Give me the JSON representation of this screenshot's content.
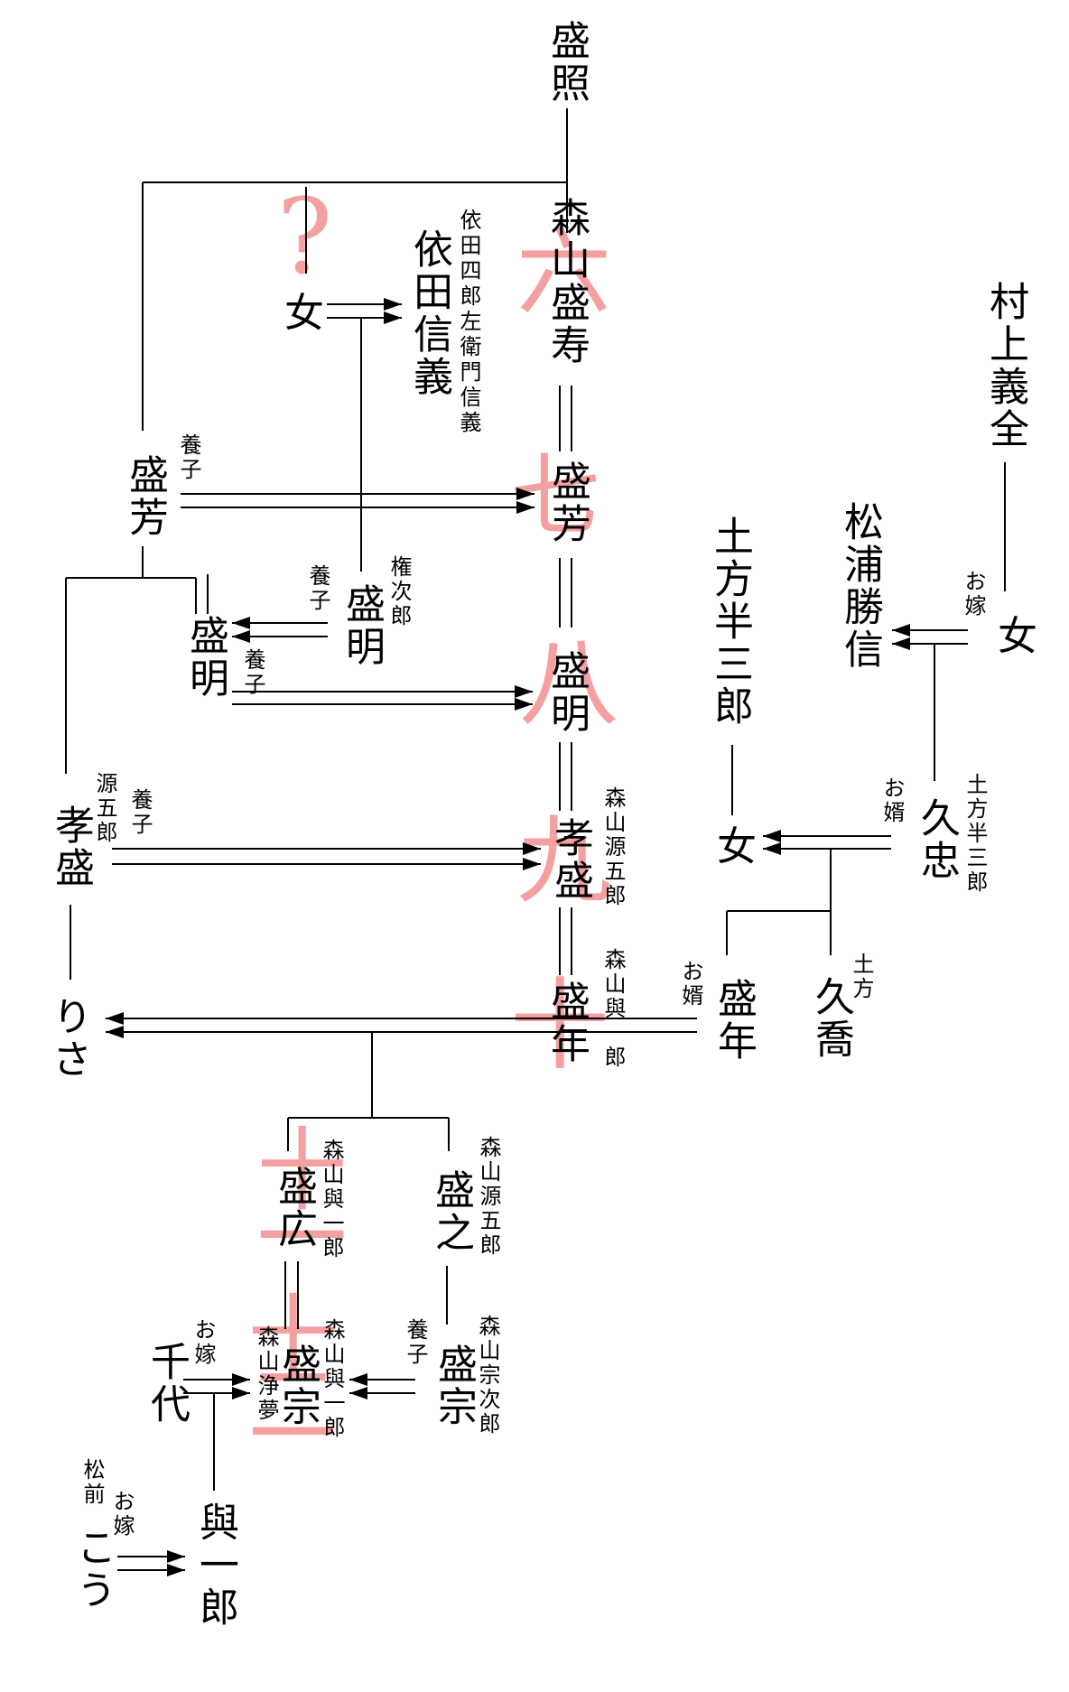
{
  "colors": {
    "line": "#000000",
    "generation_mark": "#f4a0a0"
  },
  "founder": {
    "name": "盛照"
  },
  "unknown_mark": "?",
  "main_line": [
    {
      "name": "森山盛寿",
      "generation": "六"
    },
    {
      "name": "盛芳",
      "generation": "七"
    },
    {
      "name": "盛明",
      "generation": "八"
    },
    {
      "name": "孝盛",
      "generation": "九",
      "alias": "森山源五郎"
    },
    {
      "name": "盛年",
      "generation": "十",
      "alias": "森山與一郎"
    },
    {
      "name": "盛広",
      "generation": "十一",
      "alias": "森山與一郎"
    },
    {
      "name": "盛宗",
      "generation": "十二",
      "alias": "森山與一郎",
      "alias_2": "森山浄夢"
    }
  ],
  "yoda": {
    "daughter": "女",
    "husband": "依田信義",
    "husband_full_name": "依田四郎左衛門信義"
  },
  "adoptive_branch": {
    "morifusa": {
      "name": "盛芳",
      "relation": "養子"
    },
    "moriaki": {
      "name": "盛明",
      "relation": "養子"
    },
    "gonjiro": {
      "name": "盛明",
      "alias": "権次郎",
      "relation": "養子"
    },
    "takamori": {
      "name": "孝盛",
      "alias": "源五郎",
      "relation": "養子"
    },
    "risa": {
      "name": "りさ"
    }
  },
  "murakami": {
    "name": "村上義全",
    "daughter": "女",
    "relation": "お嫁"
  },
  "matsuura": {
    "name": "松浦勝信"
  },
  "hijikata": {
    "name": "土方半三郎",
    "daughter": "女"
  },
  "hisatada": {
    "name": "久忠",
    "alias": "土方半三郎",
    "relation": "お婿"
  },
  "hisataka": {
    "name": "久喬",
    "alias": "土方"
  },
  "moritoshi_groom": {
    "name": "盛年",
    "relation": "お婿"
  },
  "moriyuki": {
    "name": "盛之",
    "alias": "森山源五郎"
  },
  "morimune_adopted": {
    "name": "盛宗",
    "alias": "森山宗次郎",
    "relation": "養子"
  },
  "chiyo": {
    "name": "千代",
    "relation": "お嫁"
  },
  "yoichiro": {
    "name": "與一郎"
  },
  "kou": {
    "name": "こう",
    "origin": "松前",
    "relation": "お嫁"
  }
}
